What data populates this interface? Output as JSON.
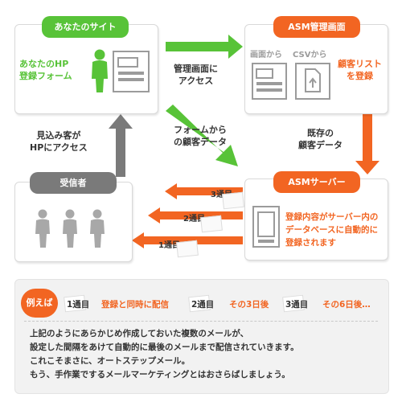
{
  "site": {
    "pill": "あなたのサイト",
    "text_line1": "あなたのHP",
    "text_line2": "登録フォーム"
  },
  "asm_admin": {
    "pill": "ASM管理画面",
    "from_screen": "画面から",
    "from_csv": "CSVから",
    "text_line1": "顧客リスト",
    "text_line2": "を登録"
  },
  "asm_server": {
    "pill": "ASMサーバー",
    "text_line1": "登録内容がサーバー内の",
    "text_line2": "データベースに自動的に",
    "text_line3": "登録されます"
  },
  "recipient": {
    "pill": "受信者"
  },
  "arrows": {
    "admin_access_line1": "管理画面に",
    "admin_access_line2": "アクセス",
    "form_data_line1": "フォームから",
    "form_data_line2": "の顧客データ",
    "existing_line1": "既存の",
    "existing_line2": "顧客データ",
    "prospect_line1": "見込み客が",
    "prospect_line2": "HPにアクセス",
    "mail_3": "3通目",
    "mail_2": "2通目",
    "mail_1": "1通目"
  },
  "example": {
    "badge": "例えば",
    "step1_num": "1通目",
    "step1_text": "登録と同時に配信",
    "step2_num": "2通目",
    "step2_text": "その3日後",
    "step3_num": "3通目",
    "step3_text": "その6日後…"
  },
  "description": {
    "line1": "上記のようにあらかじめ作成しておいた複数のメールが、",
    "line2": "設定した間隔をあけて自動的に最後のメールまで配信されていきます。",
    "line3": "これこそまさに、オートステップメール。",
    "line4": "もう、手作業でするメールマーケティングとはおさらばしましょう。"
  },
  "colors": {
    "green": "#58c338",
    "orange": "#f26522",
    "gray": "#7a7a7a",
    "panel_border": "#d9d9d9"
  }
}
